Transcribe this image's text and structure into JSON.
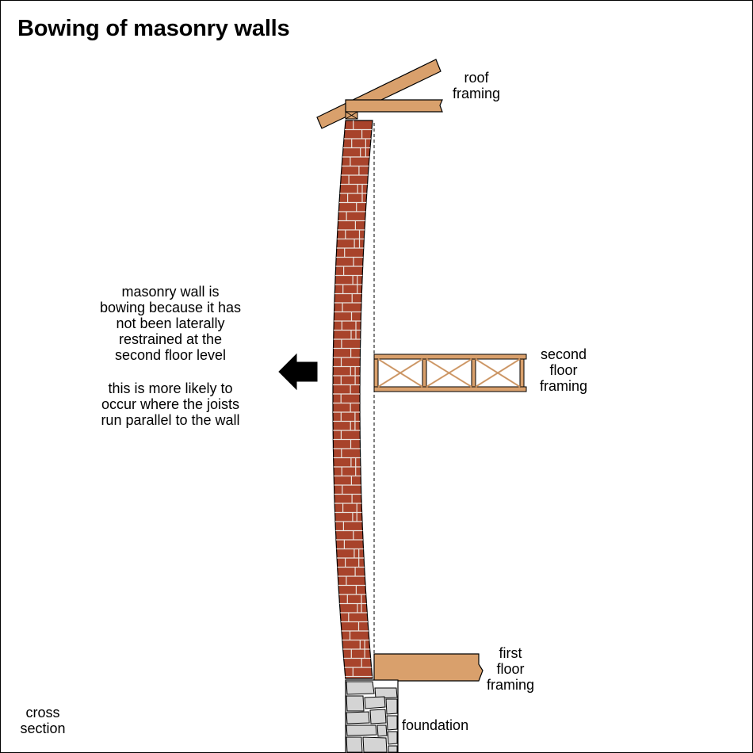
{
  "title": "Bowing of masonry walls",
  "labels": {
    "roof": [
      "roof",
      "framing"
    ],
    "second_floor": [
      "second",
      "floor",
      "framing"
    ],
    "first_floor": [
      "first",
      "floor",
      "framing"
    ],
    "foundation": "foundation",
    "cross_section": [
      "cross",
      "section"
    ]
  },
  "annotation": {
    "paragraph1": [
      "masonry wall is",
      "bowing because it has",
      "not been laterally",
      "restrained at the",
      "second floor level"
    ],
    "paragraph2": [
      "this is more likely to",
      "occur where the joists",
      "run parallel to the wall"
    ]
  },
  "colors": {
    "brick": "#a8432b",
    "mortar": "#e9e4df",
    "wood": "#d9a06c",
    "stone": "#d4d4d4",
    "outline": "#000000"
  },
  "icons": {
    "arrow": "left-arrow-icon"
  }
}
